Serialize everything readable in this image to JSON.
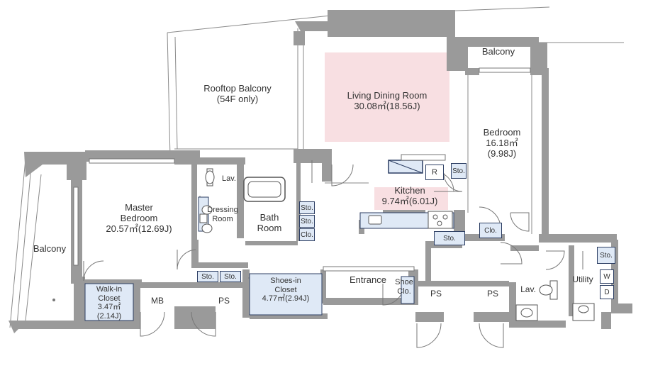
{
  "rooms": {
    "rooftop_balcony": {
      "name": "Rooftop Balcony",
      "note": "(54F only)"
    },
    "living_dining": {
      "name": "Living Dining Room",
      "area": "30.08㎡(18.56J)"
    },
    "balcony_top": {
      "name": "Balcony"
    },
    "bedroom": {
      "name": "Bedroom",
      "area_m2": "16.18㎡",
      "area_j": "(9.98J)"
    },
    "master_bedroom": {
      "name_line1": "Master",
      "name_line2": "Bedroom",
      "area": "20.57㎡(12.69J)"
    },
    "balcony_left": {
      "name": "Balcony"
    },
    "lav_upper": {
      "name": "Lav."
    },
    "dressing_room": {
      "name_line1": "Dressing",
      "name_line2": "Room"
    },
    "bath_room": {
      "name_line1": "Bath",
      "name_line2": "Room"
    },
    "kitchen": {
      "name": "Kitchen",
      "area": "9.74㎡(6.01J)"
    },
    "walkin_closet": {
      "name_line1": "Walk-in",
      "name_line2": "Closet",
      "area_m2": "3.47㎡",
      "area_j": "(2.14J)"
    },
    "shoesin_closet": {
      "name_line1": "Shoes-in",
      "name_line2": "Closet",
      "area": "4.77㎡(2.94J)"
    },
    "entrance": {
      "name": "Entrance"
    },
    "shoe_closet": {
      "name_line1": "Shoe",
      "name_line2": "Clo."
    },
    "lav_lower": {
      "name": "Lav."
    },
    "utility": {
      "name": "Utility"
    }
  },
  "fixtures": {
    "mb": "MB",
    "ps_left": "PS",
    "ps_right_a": "PS",
    "ps_right_b": "PS",
    "refrigerator": "R",
    "sto": "Sto.",
    "clo": "Clo.",
    "washer": "W",
    "dryer": "D"
  },
  "colors": {
    "wall": "#9a9a9a",
    "ldk_highlight": "#f8dfe2",
    "storage_fill": "#dfe9f6",
    "storage_border": "#2c3e63"
  }
}
